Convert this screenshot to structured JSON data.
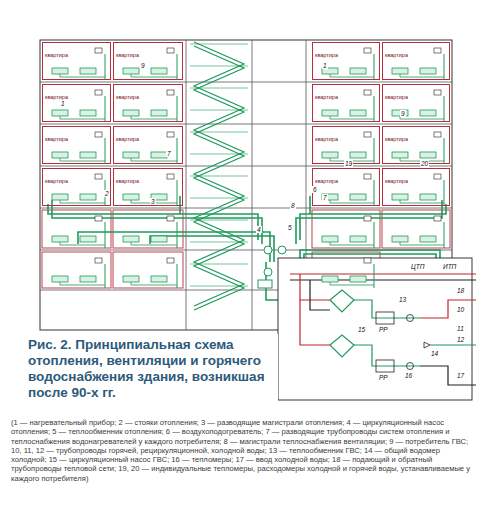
{
  "diagram": {
    "caption": "Рис. 2. Принципиальная схема отопления, вентиляции и горячего водоснабжения здания, возникшая после 90-х гг.",
    "nodes": [
      {
        "text": [
          "квартира"
        ]
      },
      {
        "text": [
          "квартира"
        ]
      },
      {
        "text": [
          "квартира"
        ]
      },
      {
        "text": [
          "квартира"
        ]
      },
      {
        "text": [
          "квартира"
        ]
      },
      {
        "text": [
          "квартира"
        ]
      },
      {
        "text": [
          "квартира"
        ]
      },
      {
        "text": [
          "квартира"
        ]
      },
      {
        "text": [
          "квартира"
        ]
      },
      {
        "text": [
          "квартира"
        ]
      },
      {
        "text": [
          "квартира"
        ]
      },
      {
        "text": [
          "квартира"
        ]
      },
      {
        "text": [
          "квартира"
        ]
      },
      {
        "text": [
          "квартира"
        ]
      },
      {
        "text": [
          "квартира"
        ]
      },
      {
        "text": [
          "квартира"
        ]
      }
    ],
    "labels": [
      "1",
      "2",
      "3",
      "4",
      "5",
      "6",
      "7",
      "8",
      "9",
      "10",
      "11",
      "12",
      "13",
      "14",
      "15",
      "16",
      "17",
      "18",
      "19",
      "20",
      "1",
      "7",
      "9",
      "ЦТП",
      "ИТП",
      "РР",
      "РР",
      "(1 — нагревательный прибор; 2 — стояки отопления; 3 — разводящие магистрали отопления; 4 — циркуляционный насос отопления; 5 — теплообменник отопления; 6 — воздухоподогреватель; 7 — разводящие трубопроводы систем отопления и теплоснабжения водонагревателей у каждого потребителя; 8 — магистрали теплоснабжения вентиляции; 9 — потребитель ГВС; 10, 11, 12 — трубопроводы горячей, рециркуляционной, холодной воды; 13 — теплообменник ГВС; 14 — общий водомер холодной; 15 — циркуляционный насос ГВС; 16 — тепломеры; 17 — ввод холодной воды; 18 — подающий и обратный трубопроводы тепловой сети; 19, 20 — индивидуальные тепломеры, расходомеры холодной и горячей воды, устанавливаемые у каждого потребителя)"
    ]
  }
}
